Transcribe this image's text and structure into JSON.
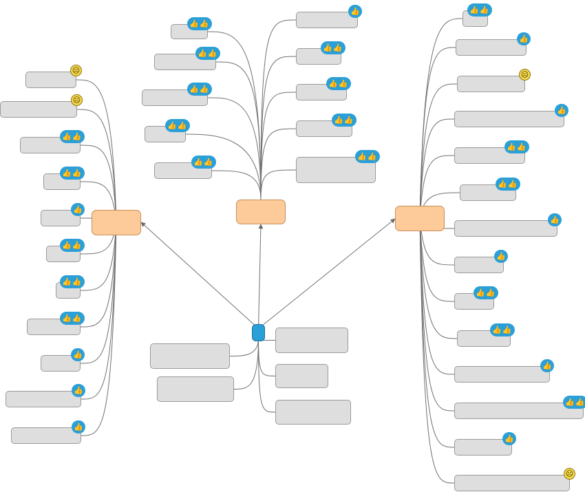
{
  "diagram": {
    "type": "mind-map",
    "colors": {
      "root": "#2a9fd8",
      "hub": "#fccb99",
      "leaf": "#dedede",
      "edge": "#707070",
      "badge": "#2a9fd8",
      "sad": "#f8d94a"
    },
    "icons": {
      "thumbs_up": "👍",
      "sad_face": "☹"
    },
    "root_children": [
      "box",
      "box",
      "box",
      "box",
      "box"
    ],
    "branches": [
      {
        "name": "left",
        "leaves": [
          "sad",
          "sad",
          "up2",
          "up2",
          "up1",
          "up2",
          "up2",
          "up2",
          "up1",
          "up1",
          "up1"
        ]
      },
      {
        "name": "center",
        "leaves": [
          "up2",
          "up2",
          "up2",
          "up2",
          "up2",
          "up1",
          "up2",
          "up2",
          "up2",
          "up2"
        ]
      },
      {
        "name": "right",
        "leaves": [
          "up2",
          "up1",
          "sad",
          "up1",
          "up2",
          "up2",
          "up1",
          "up1",
          "up2",
          "up2",
          "up1",
          "up2",
          "up1",
          "sad"
        ]
      }
    ]
  }
}
